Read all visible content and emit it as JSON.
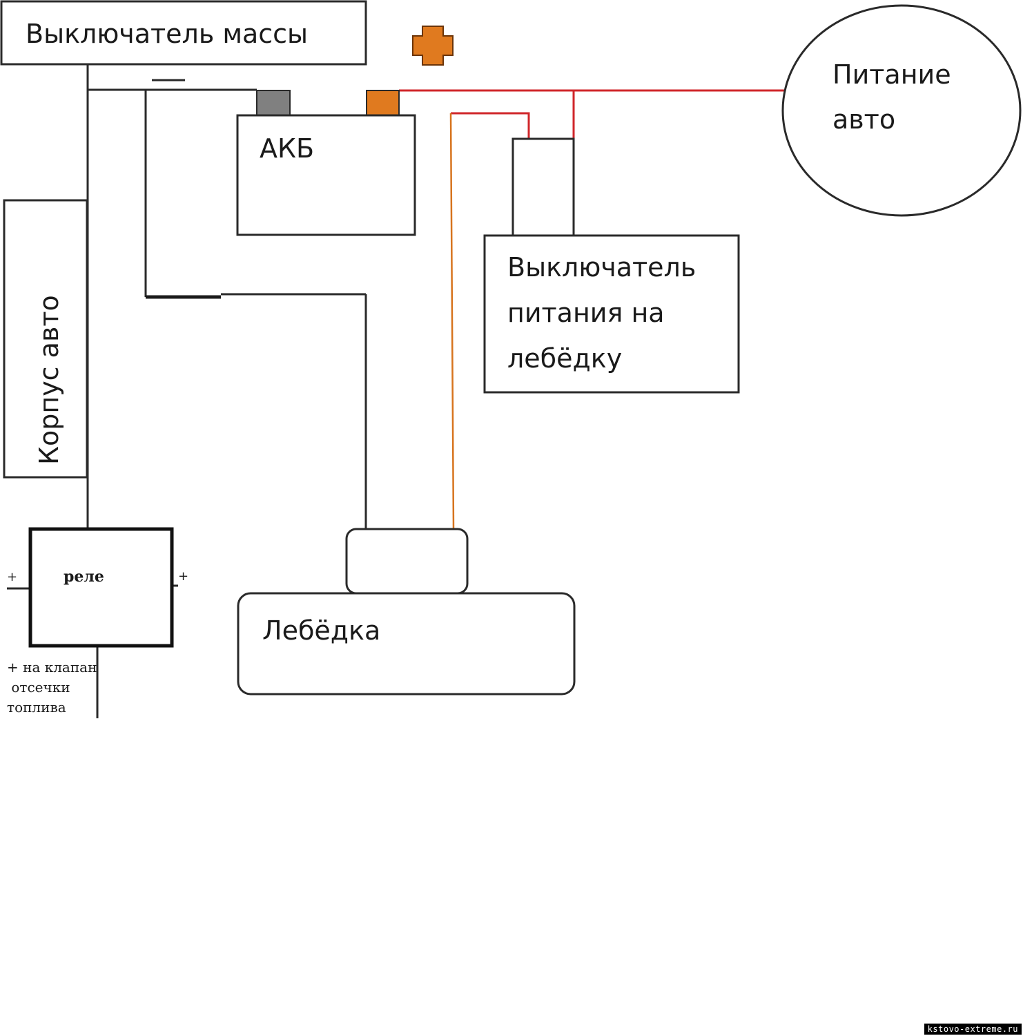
{
  "blocks": {
    "mass_switch": "Выключатель массы",
    "battery": "АКБ",
    "car_power_line1": "Питание",
    "car_power_line2": "авто",
    "winch_switch_line1": "Выключатель",
    "winch_switch_line2": "питания на",
    "winch_switch_line3": "лебёдку",
    "car_body": "Корпус  авто",
    "relay": "реле",
    "winch": "Лебёдка"
  },
  "relay_terminals": {
    "left_plus": "+",
    "right_plus": "+"
  },
  "fuel_valve_note": {
    "line1": "+ на клапан",
    "line2": " отсечки",
    "line3": "топлива"
  },
  "watermark": "kstovo-extreme.ru",
  "colors": {
    "positive_wire": "#d0262a",
    "control_wire": "#d7741e",
    "positive_terminal": "#e07a1f",
    "negative_terminal": "#808080",
    "plus_sign": "#e07a1f",
    "ground_wire": "#2a2a2a"
  }
}
